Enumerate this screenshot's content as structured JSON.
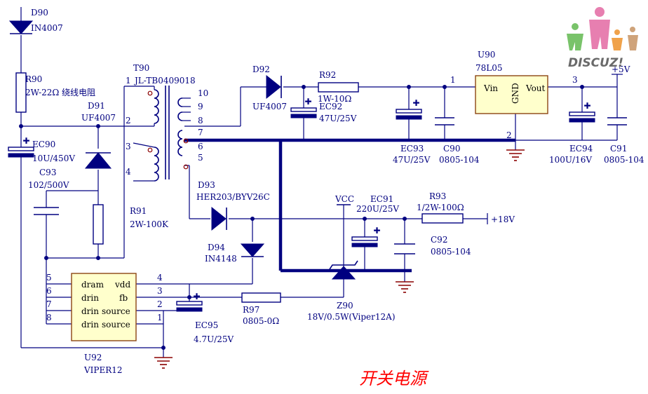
{
  "title": "开关电源",
  "logo": {
    "text": "DISCUZ!",
    "colors": [
      "#79c36a",
      "#e77fb0",
      "#f0a24a"
    ]
  },
  "colors": {
    "wire": "#000080",
    "ground": "#8b0000",
    "ic_fill": "#ffffcc",
    "ic_border": "#8b4513",
    "title": "#ff0000"
  },
  "components": {
    "D90": {
      "ref": "D90",
      "value": "IN4007"
    },
    "R90": {
      "ref": "R90",
      "value": "2W-22Ω 绕线电阻"
    },
    "D91": {
      "ref": "D91",
      "value": "UF4007"
    },
    "EC90": {
      "ref": "EC90",
      "value": "10U/450V"
    },
    "C93": {
      "ref": "C93",
      "value": "102/500V"
    },
    "R91": {
      "ref": "R91",
      "value": "2W-100K"
    },
    "T90": {
      "ref": "T90",
      "value": "JL-TB0409018",
      "primary_pin": "1",
      "pins": [
        "2",
        "3",
        "4",
        "5",
        "6",
        "7",
        "8",
        "9",
        "10"
      ]
    },
    "D92": {
      "ref": "D92",
      "value": "UF4007"
    },
    "R92": {
      "ref": "R92",
      "value": "1W-10Ω"
    },
    "EC92": {
      "ref": "EC92",
      "value": "47U/25V"
    },
    "EC93": {
      "ref": "EC93",
      "value": "47U/25V"
    },
    "C90": {
      "ref": "C90",
      "value": "0805-104"
    },
    "U90": {
      "ref": "U90",
      "value": "78L05",
      "pin_in": "Vin",
      "pin_gnd": "GND",
      "pin_out": "Vout",
      "num_in": "1",
      "num_gnd": "2",
      "num_out": "3"
    },
    "EC94": {
      "ref": "EC94",
      "value": "100U/16V"
    },
    "C91": {
      "ref": "C91",
      "value": "0805-104"
    },
    "D93": {
      "ref": "D93",
      "value": "HER203/BYV26C"
    },
    "D94": {
      "ref": "D94",
      "value": "IN4148"
    },
    "EC91": {
      "ref": "EC91",
      "value": "220U/25V"
    },
    "R93": {
      "ref": "R93",
      "value": "1/2W-100Ω"
    },
    "C92": {
      "ref": "C92",
      "value": "0805-104"
    },
    "Z90": {
      "ref": "Z90",
      "value": "18V/0.5W(Viper12A)"
    },
    "R97": {
      "ref": "R97",
      "value": "0805-0Ω"
    },
    "EC95": {
      "ref": "EC95",
      "value": "4.7U/25V"
    },
    "U92": {
      "ref": "U92",
      "value": "VIPER12",
      "left_pins": [
        {
          "num": "5",
          "name": "dram"
        },
        {
          "num": "6",
          "name": "drin"
        },
        {
          "num": "7",
          "name": "drin"
        },
        {
          "num": "8",
          "name": "drin"
        }
      ],
      "right_pins": [
        {
          "num": "4",
          "name": "vdd"
        },
        {
          "num": "3",
          "name": "fb"
        },
        {
          "num": "2",
          "name": "source"
        },
        {
          "num": "1",
          "name": "source"
        }
      ]
    }
  },
  "nets": {
    "vcc": "VCC",
    "plus5v": "+5V",
    "plus18v": "+18V"
  }
}
